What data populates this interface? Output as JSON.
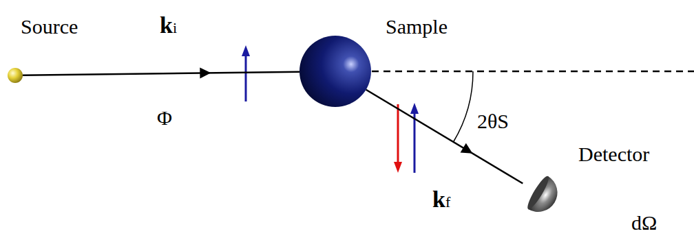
{
  "diagram": {
    "nodes": [
      {
        "text": [
          "Source"
        ]
      },
      {
        "text": [
          "Sample"
        ]
      },
      {
        "text": [
          "Detector",
          "dΩ"
        ]
      }
    ],
    "edges": [
      {
        "from": 0,
        "to": 1,
        "arrow": "to"
      },
      {
        "from": 1,
        "to": 2,
        "arrow": "to"
      }
    ],
    "labels": [
      "ki",
      "Φ",
      "kf",
      "2θS"
    ]
  }
}
